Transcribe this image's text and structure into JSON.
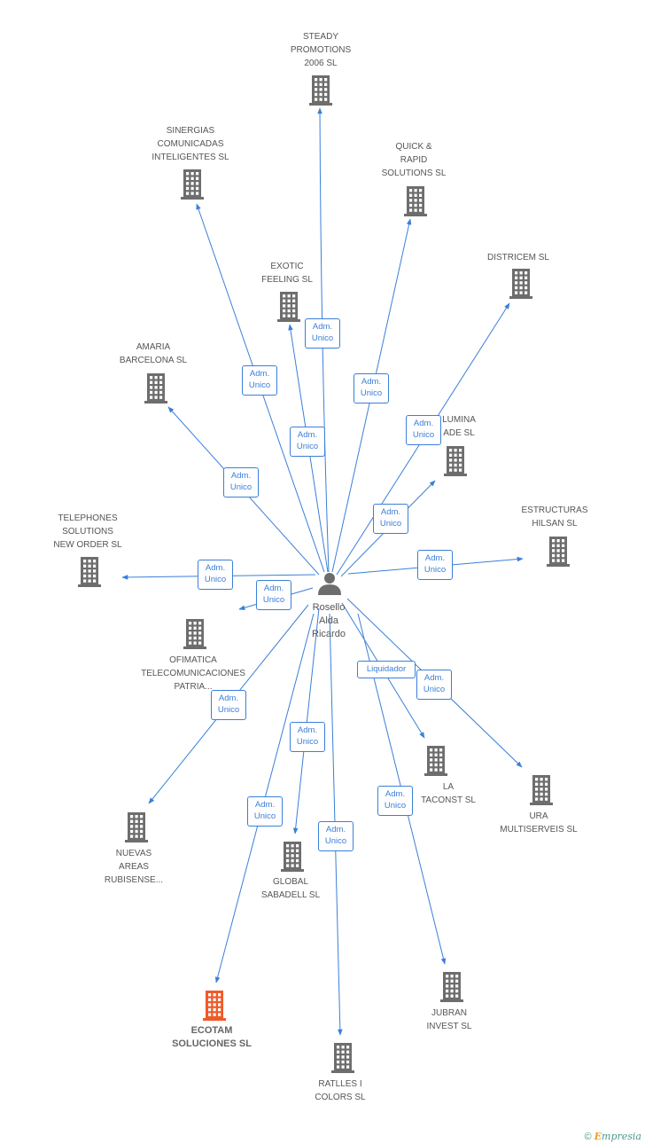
{
  "center": {
    "name": "Rosello\nAlda\nRicardo",
    "icon": "person-icon"
  },
  "nodes": [
    {
      "id": "steady",
      "label": "STEADY\nPROMOTIONS\n2006 SL",
      "highlight": false
    },
    {
      "id": "sinergias",
      "label": "SINERGIAS\nCOMUNICADAS\nINTELIGENTES SL",
      "highlight": false
    },
    {
      "id": "quick",
      "label": "QUICK &\nRAPID\nSOLUTIONS SL",
      "highlight": false
    },
    {
      "id": "districem",
      "label": "DISTRICEM SL",
      "highlight": false
    },
    {
      "id": "exotic",
      "label": "EXOTIC\nFEELING SL",
      "highlight": false
    },
    {
      "id": "amaria",
      "label": "AMARIA\nBARCELONA SL",
      "highlight": false
    },
    {
      "id": "lumina",
      "label": "LUMINA\nADE SL",
      "highlight": false
    },
    {
      "id": "telephones",
      "label": "TELEPHONES\nSOLUTIONS\nNEW ORDER SL",
      "highlight": false
    },
    {
      "id": "estructuras",
      "label": "ESTRUCTURAS\nHILSAN SL",
      "highlight": false
    },
    {
      "id": "ofimatica",
      "label": "OFIMATICA\nTELECOMUNICACIONES\nPATRIA...",
      "highlight": false
    },
    {
      "id": "la_taconst",
      "label": "LA\nTACONST SL",
      "highlight": false
    },
    {
      "id": "ura",
      "label": "URA\nMULTISERVEIS SL",
      "highlight": false
    },
    {
      "id": "nuevas",
      "label": "NUEVAS\nAREAS\nRUBISENSE...",
      "highlight": false
    },
    {
      "id": "global",
      "label": "GLOBAL\nSABADELL SL",
      "highlight": false
    },
    {
      "id": "jubran",
      "label": "JUBRAN\nINVEST SL",
      "highlight": false
    },
    {
      "id": "ecotam",
      "label": "ECOTAM\nSOLUCIONES SL",
      "highlight": true
    },
    {
      "id": "ratlles",
      "label": "RATLLES I\nCOLORS SL",
      "highlight": false
    }
  ],
  "edges": [
    {
      "to": "steady",
      "role": "Adm.\nUnico"
    },
    {
      "to": "sinergias",
      "role": "Adm.\nUnico"
    },
    {
      "to": "quick",
      "role": "Adm.\nUnico"
    },
    {
      "to": "districem",
      "role": "Adm.\nUnico"
    },
    {
      "to": "exotic",
      "role": "Adm.\nUnico"
    },
    {
      "to": "amaria",
      "role": "Adm.\nUnico"
    },
    {
      "to": "lumina",
      "role": "Adm.\nUnico"
    },
    {
      "to": "telephones",
      "role": "Adm.\nUnico"
    },
    {
      "to": "estructuras",
      "role": "Adm.\nUnico"
    },
    {
      "to": "ofimatica",
      "role": "Adm.\nUnico"
    },
    {
      "to": "la_taconst",
      "role": "Liquidador"
    },
    {
      "to": "ura",
      "role": "Adm.\nUnico"
    },
    {
      "to": "nuevas",
      "role": "Adm.\nUnico"
    },
    {
      "to": "global",
      "role": "Adm.\nUnico"
    },
    {
      "to": "jubran",
      "role": "Adm.\nUnico"
    },
    {
      "to": "ecotam",
      "role": "Adm.\nUnico"
    },
    {
      "to": "ratlles",
      "role": "Adm.\nUnico"
    }
  ],
  "colors": {
    "edge": "#3a7fd9",
    "building": "#6d6d6d",
    "highlight": "#f05a28"
  },
  "footer": {
    "copyright": "©",
    "brand_initial": "E",
    "brand_rest": "mpresia"
  }
}
